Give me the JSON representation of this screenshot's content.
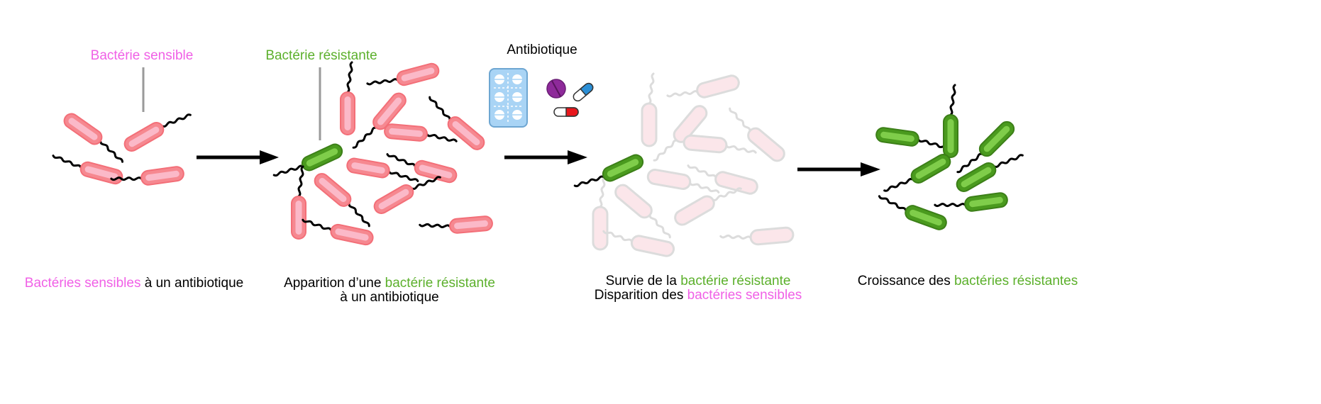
{
  "colors": {
    "sensible": "#f060e6",
    "resistant": "#5cb02c",
    "text": "#000000",
    "pointer_line": "#9a9a9a",
    "arrow": "#000000"
  },
  "labels": {
    "bacterie_sensible": "Bactérie sensible",
    "bacterie_resistante": "Bactérie résistante",
    "antibiotique": "Antibiotique"
  },
  "captions": {
    "step1": {
      "part1": "Bactéries sensibles",
      "part2": " à un antibiotique"
    },
    "step2": {
      "part1": "Apparition d’une ",
      "part2": "bactérie résistante",
      "line2": "à un antibiotique"
    },
    "step3": {
      "line1_part1": "Survie de la ",
      "line1_part2": "bactérie résistante",
      "line2_part1": "Disparition des ",
      "line2_part2": "bactéries sensibles"
    },
    "step4": {
      "part1": "Croissance des ",
      "part2": "bactéries résistantes"
    }
  },
  "icons": [
    "pill-blister-icon",
    "round-tablet-icon",
    "capsule-icon",
    "bacterium-icon",
    "arrow-icon"
  ]
}
